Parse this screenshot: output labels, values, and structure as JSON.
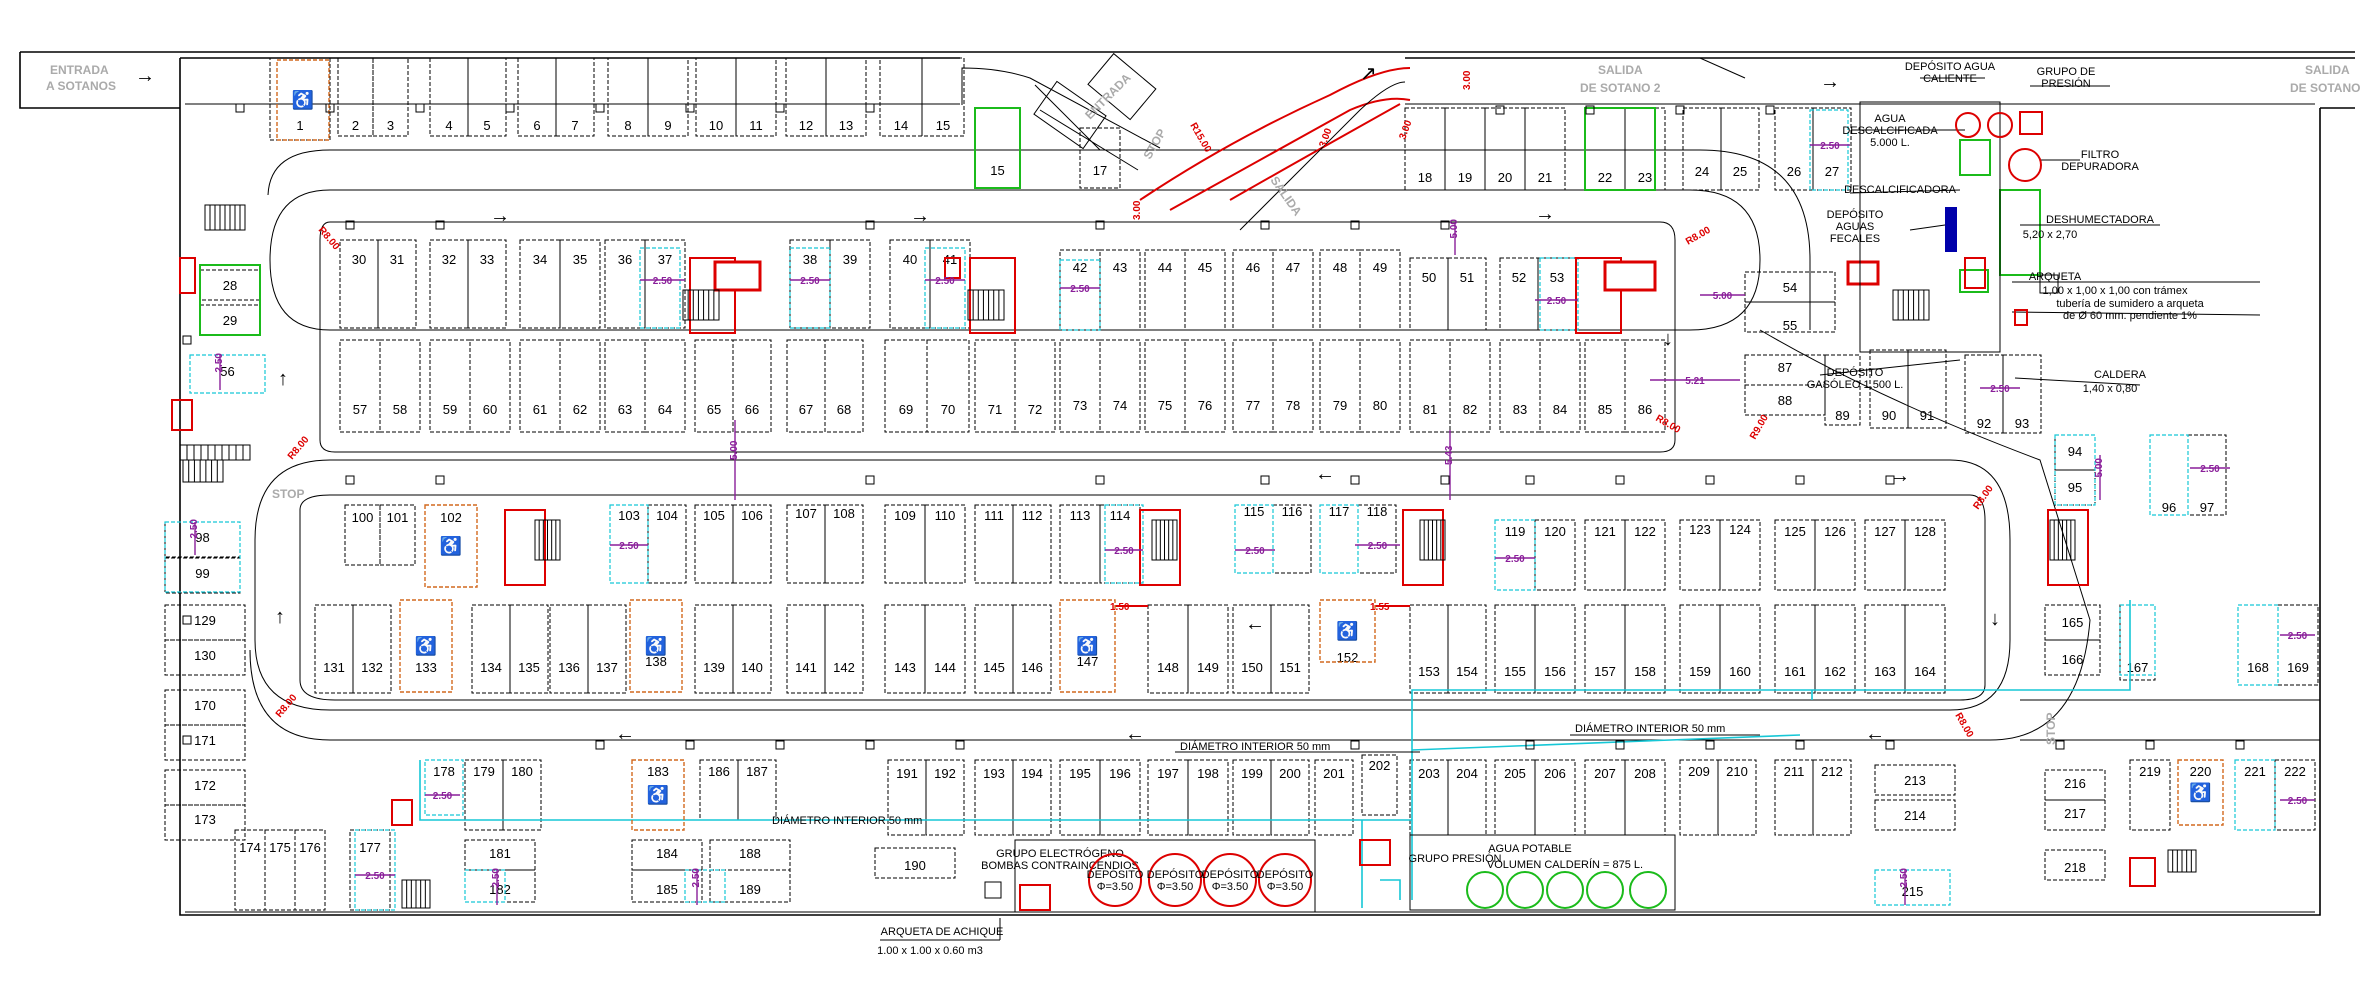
{
  "plan": {
    "entrance_label": [
      "ENTRADA",
      "A SOTANOS"
    ],
    "exit2_label": [
      "SALIDA",
      "DE SOTANO 2"
    ],
    "exit_right_label": [
      "SALIDA",
      "DE SOTANO"
    ],
    "ramp_in_label": "ENTRADA",
    "ramp_out_label": "SALIDA",
    "stop_label": "STOP",
    "pipe_label": "DIÁMETRO INTERIOR 50 mm",
    "dims": {
      "d250": "2.50",
      "d500": "5.00",
      "d521": "5.21",
      "d543": "5.43",
      "d300": "3.00",
      "d150": "1.50",
      "d155": "1.55",
      "r800": "R8.00",
      "r1500": "R15.00",
      "r9": "R9.00"
    },
    "equipment": {
      "hot_water": [
        "DEPÓSITO AGUA",
        "CALIENTE"
      ],
      "pressure_group": [
        "GRUPO DE",
        "PRESIÓN"
      ],
      "soft_water": [
        "AGUA",
        "DESCALCIFICADA",
        "5.000 L."
      ],
      "filter": [
        "FILTRO",
        "DEPURADORA"
      ],
      "softener": "DESCALCIFICADORA",
      "sewage_tank": [
        "DEPÓSITO",
        "AGUAS",
        "FECALES"
      ],
      "dehumidifier": "DESHUMECTADORA",
      "dehumidifier_size": "5,20 x 2,70",
      "manhole": "ARQUETA",
      "manhole_size": "1,00 x 1,00 x 1,00 con trámex",
      "drain_pipe": [
        "tubería de sumidero a arqueta",
        "de Ø 60 mm. pendiente 1%"
      ],
      "diesel_tank": [
        "DEPÓSITO",
        "GASÓLEO 1.500 L."
      ],
      "boiler": "CALDERA",
      "boiler_size": "1,40 x 0,80",
      "generator": [
        "GRUPO ELECTRÓGENO",
        "BOMBAS CONTRAINCENDIOS"
      ],
      "tank_label": "DEPÓSITO",
      "tank_size": "Φ=3.50",
      "drinking_water": "AGUA POTABLE",
      "boiler_volume": "VOLUMEN CALDERÍN = 875 L.",
      "press_group2": "GRUPO PRESIÓN",
      "sump": "ARQUETA DE ACHIQUE",
      "sump_size": "1.00 x 1.00 x 0.60 m3"
    },
    "accessible_symbol": "♿"
  }
}
